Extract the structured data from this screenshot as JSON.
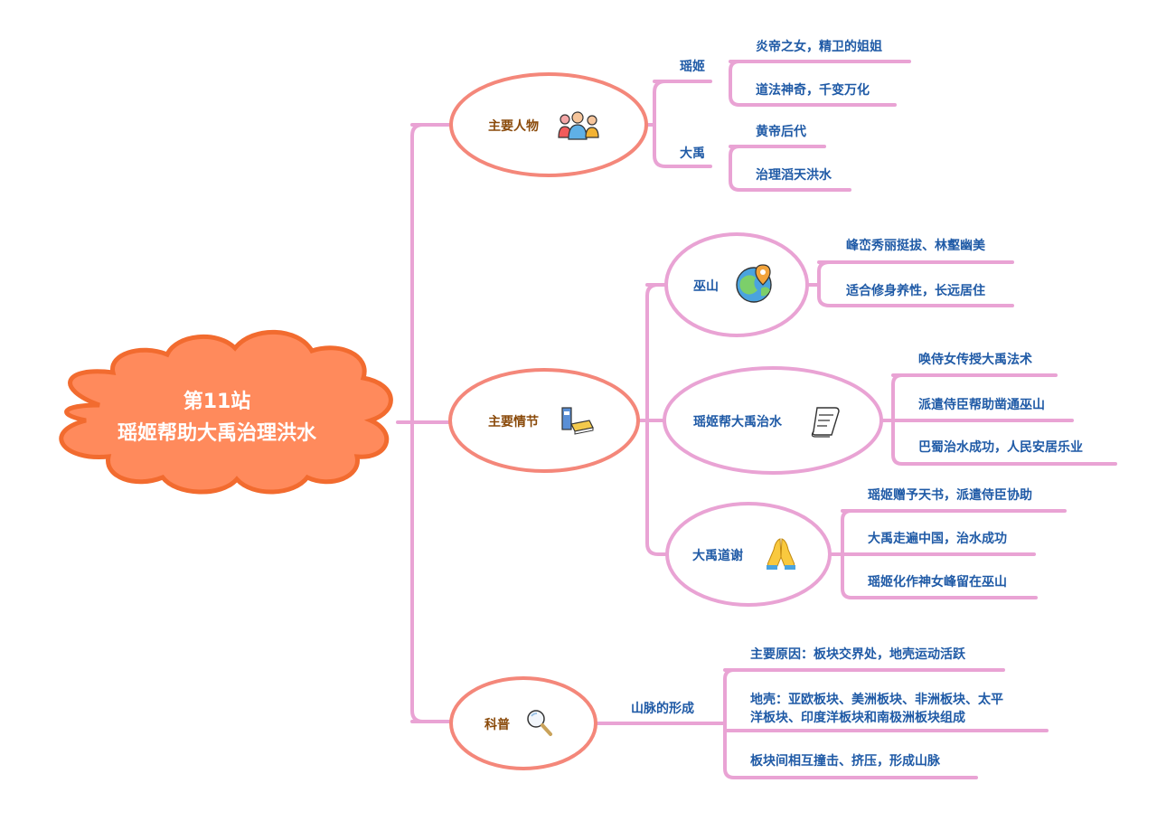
{
  "root": {
    "line1": "第11站",
    "line2": "瑶姬帮助大禹治理洪水"
  },
  "branches": [
    {
      "label": "主要人物",
      "icon": "people-icon",
      "subs": [
        {
          "label": "瑶姬",
          "leaves": [
            "炎帝之女，精卫的姐姐",
            "道法神奇，千变万化"
          ]
        },
        {
          "label": "大禹",
          "leaves": [
            "黄帝后代",
            "治理滔天洪水"
          ]
        }
      ]
    },
    {
      "label": "主要情节",
      "icon": "books-icon",
      "subs": [
        {
          "label": "巫山",
          "icon": "globe-location-icon",
          "leaves": [
            "峰峦秀丽挺拔、林壑幽美",
            "适合修身养性，长远居住"
          ]
        },
        {
          "label": "瑶姬帮大禹治水",
          "icon": "scroll-icon",
          "leaves": [
            "唤侍女传授大禹法术",
            "派遣侍臣帮助凿通巫山",
            "巴蜀治水成功，人民安居乐业"
          ]
        },
        {
          "label": "大禹道谢",
          "icon": "praying-hands-icon",
          "leaves": [
            "瑶姬赠予天书，派遣侍臣协助",
            "大禹走遍中国，治水成功",
            "瑶姬化作神女峰留在巫山"
          ]
        }
      ]
    },
    {
      "label": "科普",
      "icon": "magnifier-icon",
      "subs": [
        {
          "label": "山脉的形成",
          "leaves": [
            "主要原因：板块交界处，地壳运动活跃",
            "地壳：亚欧板块、美洲板块、非洲板块、太平",
            "洋板块、印度洋板块和南极洲板块组成",
            "板块间相互撞击、挤压，形成山脉"
          ]
        }
      ]
    }
  ],
  "colors": {
    "root_fill": "#ff8a5c",
    "root_stroke": "#f26b2f",
    "main_stroke": "#f4877a",
    "sub_stroke": "#e9a3d4",
    "line": "#e9a3d4"
  }
}
